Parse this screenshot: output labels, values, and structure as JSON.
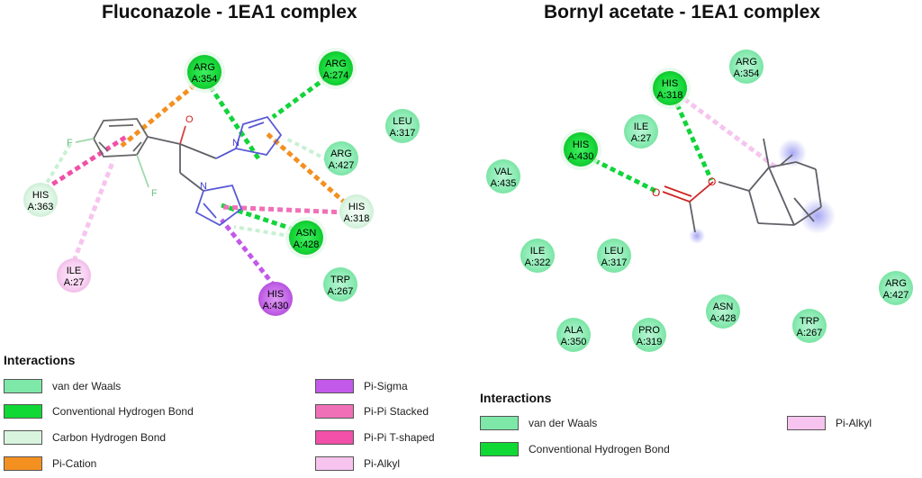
{
  "panels": [
    {
      "title": "Fluconazole - 1EA1 complex",
      "ligand": "fluconazole",
      "residues": [
        {
          "name": "ARG",
          "id": "A:354",
          "type": "conventional_hb"
        },
        {
          "name": "ARG",
          "id": "A:274",
          "type": "conventional_hb"
        },
        {
          "name": "LEU",
          "id": "A:317",
          "type": "vdw"
        },
        {
          "name": "ARG",
          "id": "A:427",
          "type": "vdw"
        },
        {
          "name": "HIS",
          "id": "A:318",
          "type": "carbon_hb"
        },
        {
          "name": "ASN",
          "id": "A:428",
          "type": "conventional_hb"
        },
        {
          "name": "TRP",
          "id": "A:267",
          "type": "vdw"
        },
        {
          "name": "HIS",
          "id": "A:430",
          "type": "pi_sigma"
        },
        {
          "name": "HIS",
          "id": "A:363",
          "type": "carbon_hb"
        },
        {
          "name": "ILE",
          "id": "A:27",
          "type": "pi_alkyl"
        }
      ],
      "ligand_atoms": [
        "O",
        "F",
        "F",
        "N",
        "N"
      ],
      "legend": {
        "title": "Interactions",
        "items": [
          {
            "label": "van der Waals",
            "type": "vdw"
          },
          {
            "label": "Conventional Hydrogen Bond",
            "type": "conventional_hb"
          },
          {
            "label": "Carbon Hydrogen Bond",
            "type": "carbon_hb"
          },
          {
            "label": "Pi-Cation",
            "type": "pi_cation"
          },
          {
            "label": "Pi-Sigma",
            "type": "pi_sigma"
          },
          {
            "label": "Pi-Pi Stacked",
            "type": "pi_pi_stacked"
          },
          {
            "label": "Pi-Pi T-shaped",
            "type": "pi_pi_tshaped"
          },
          {
            "label": "Pi-Alkyl",
            "type": "pi_alkyl"
          }
        ]
      }
    },
    {
      "title": "Bornyl acetate - 1EA1 complex",
      "ligand": "bornyl_acetate",
      "residues": [
        {
          "name": "HIS",
          "id": "A:318",
          "type": "conventional_hb"
        },
        {
          "name": "ARG",
          "id": "A:354",
          "type": "vdw"
        },
        {
          "name": "ILE",
          "id": "A:27",
          "type": "vdw"
        },
        {
          "name": "HIS",
          "id": "A:430",
          "type": "conventional_hb"
        },
        {
          "name": "VAL",
          "id": "A:435",
          "type": "vdw"
        },
        {
          "name": "ILE",
          "id": "A:322",
          "type": "vdw"
        },
        {
          "name": "LEU",
          "id": "A:317",
          "type": "vdw"
        },
        {
          "name": "ARG",
          "id": "A:427",
          "type": "vdw"
        },
        {
          "name": "ASN",
          "id": "A:428",
          "type": "vdw"
        },
        {
          "name": "ALA",
          "id": "A:350",
          "type": "vdw"
        },
        {
          "name": "PRO",
          "id": "A:319",
          "type": "vdw"
        },
        {
          "name": "TRP",
          "id": "A:267",
          "type": "vdw"
        }
      ],
      "ligand_atoms": [
        "O",
        "O"
      ],
      "legend": {
        "title": "Interactions",
        "items": [
          {
            "label": "van der Waals",
            "type": "vdw"
          },
          {
            "label": "Conventional Hydrogen Bond",
            "type": "conventional_hb"
          },
          {
            "label": "Pi-Alkyl",
            "type": "pi_alkyl"
          }
        ]
      }
    }
  ],
  "colors": {
    "vdw": "#7ee8a8",
    "conventional_hb": "#10d835",
    "carbon_hb": "#d8f4de",
    "pi_cation": "#f39020",
    "pi_sigma": "#c259e8",
    "pi_pi_stacked": "#f070b8",
    "pi_pi_tshaped": "#f050a8",
    "pi_alkyl": "#f6c4ee"
  }
}
